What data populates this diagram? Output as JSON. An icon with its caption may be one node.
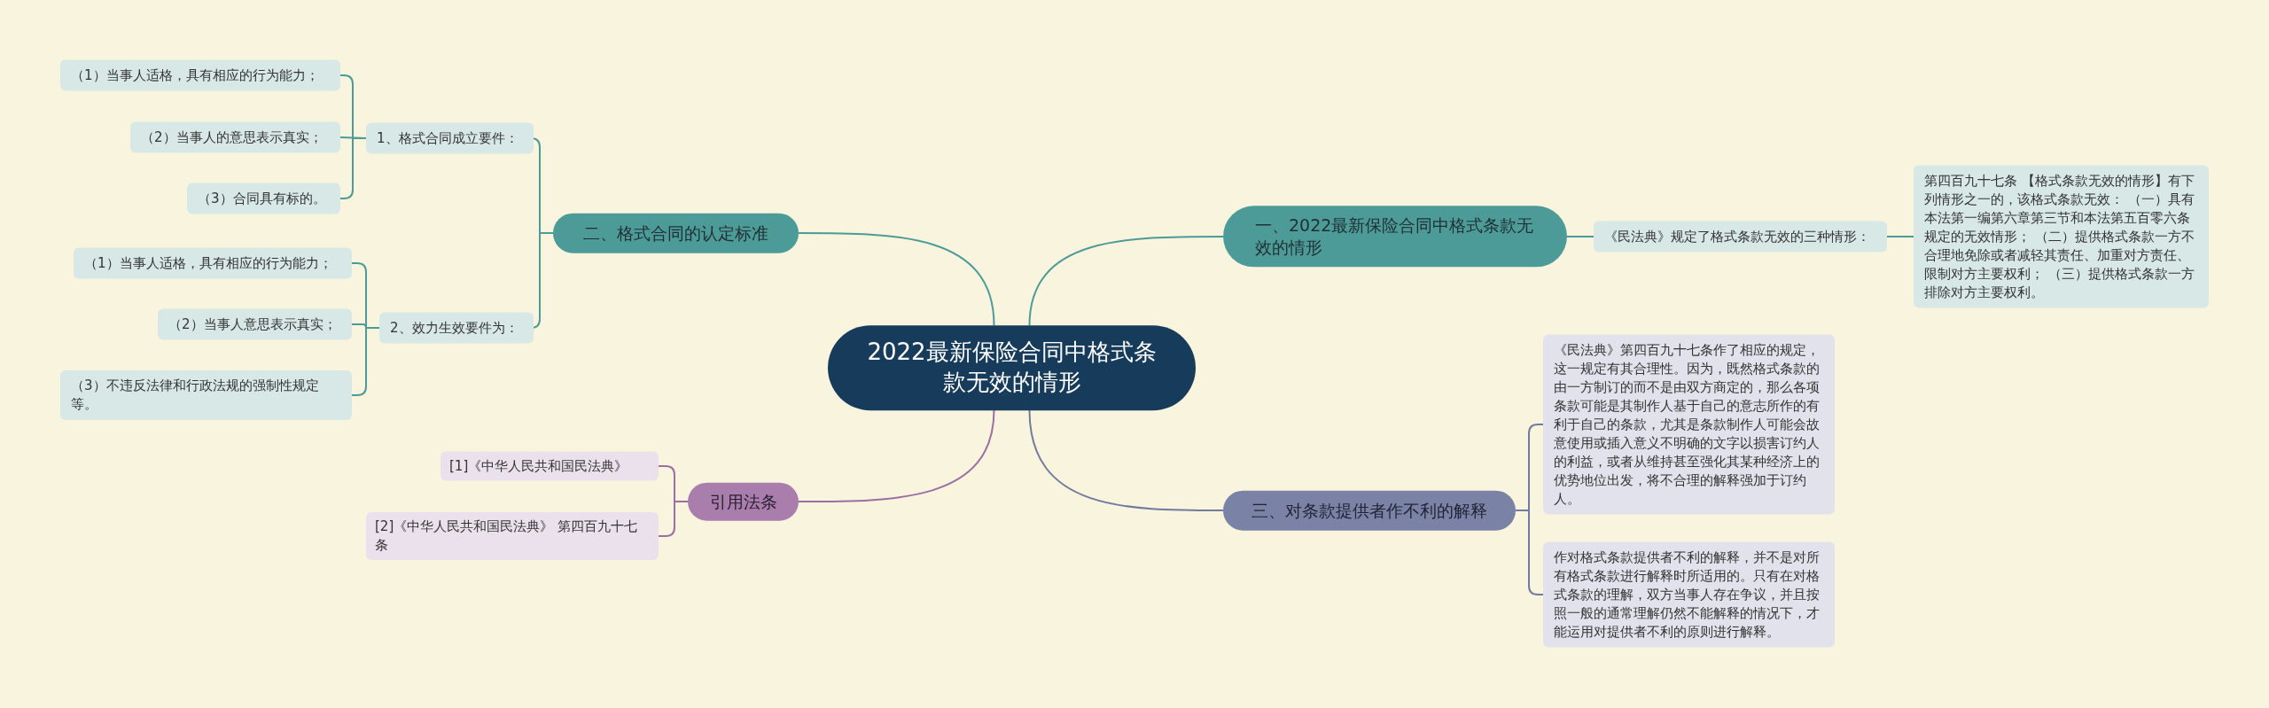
{
  "diagram": {
    "nodes": [
      {
        "text": [
          "2022最新保险合同中格式条款无效的情形"
        ]
      },
      {
        "text": [
          "一、2022最新保险合同中格式条款无效的情形"
        ]
      },
      {
        "text": [
          "《民法典》规定了格式条款无效的三种情形："
        ]
      },
      {
        "text": [
          "第四百九十七条 【格式条款无效的情形】有下列情形之一的，该格式条款无效： （一）具有本法第一编第六章第三节和本法第五百零六条规定的无效情形； （二）提供格式条款一方不合理地免除或者减轻其责任、加重对方责任、限制对方主要权利； （三）提供格式条款一方排除对方主要权利。"
        ]
      },
      {
        "text": [
          "三、对条款提供者作不利的解释"
        ]
      },
      {
        "text": [
          "《民法典》第四百九十七条作了相应的规定，这一规定有其合理性。因为，既然格式条款的由一方制订的而不是由双方商定的，那么各项条款可能是其制作人基于自己的意志所作的有利于自己的条款，尤其是条款制作人可能会故意使用或插入意义不明确的文字以损害订约人的利益，或者从维持甚至强化其某种经济上的优势地位出发，将不合理的解释强加于订约人。"
        ]
      },
      {
        "text": [
          "作对格式条款提供者不利的解释，并不是对所有格式条款进行解释时所适用的。只有在对格式条款的理解，双方当事人存在争议，并且按照一般的通常理解仍然不能解释的情况下，才能运用对提供者不利的原则进行解释。"
        ]
      },
      {
        "text": [
          "二、格式合同的认定标准"
        ]
      },
      {
        "text": [
          "1、格式合同成立要件："
        ]
      },
      {
        "text": [
          "（1）当事人适格，具有相应的行为能力；"
        ]
      },
      {
        "text": [
          "（2）当事人的意思表示真实；"
        ]
      },
      {
        "text": [
          "（3）合同具有标的。"
        ]
      },
      {
        "text": [
          "2、效力生效要件为："
        ]
      },
      {
        "text": [
          "（1）当事人适格，具有相应的行为能力；"
        ]
      },
      {
        "text": [
          "（2）当事人意思表示真实；"
        ]
      },
      {
        "text": [
          "（3）不违反法律和行政法规的强制性规定等。"
        ]
      },
      {
        "text": [
          "引用法条"
        ]
      },
      {
        "text": [
          "[1]《中华人民共和国民法典》"
        ]
      },
      {
        "text": [
          "[2]《中华人民共和国民法典》 第四百九十七条"
        ]
      }
    ],
    "edges": [
      {
        "from": 0,
        "to": 1,
        "arrow": "none"
      },
      {
        "from": 1,
        "to": 2,
        "arrow": "none"
      },
      {
        "from": 2,
        "to": 3,
        "arrow": "none"
      },
      {
        "from": 0,
        "to": 4,
        "arrow": "none",
        "color": "#727b9e"
      },
      {
        "from": 4,
        "to": 5,
        "arrow": "none",
        "color": "#727b9e"
      },
      {
        "from": 4,
        "to": 6,
        "arrow": "none",
        "color": "#727b9e"
      },
      {
        "from": 0,
        "to": 7,
        "arrow": "none"
      },
      {
        "from": 7,
        "to": 8,
        "arrow": "none"
      },
      {
        "from": 8,
        "to": 9,
        "arrow": "none"
      },
      {
        "from": 8,
        "to": 10,
        "arrow": "none"
      },
      {
        "from": 8,
        "to": 11,
        "arrow": "none"
      },
      {
        "from": 7,
        "to": 12,
        "arrow": "none"
      },
      {
        "from": 12,
        "to": 13,
        "arrow": "none"
      },
      {
        "from": 12,
        "to": 14,
        "arrow": "none"
      },
      {
        "from": 12,
        "to": 15,
        "arrow": "none"
      },
      {
        "from": 0,
        "to": 16,
        "arrow": "none",
        "color": "#9c6fa2"
      },
      {
        "from": 16,
        "to": 17,
        "arrow": "none",
        "color": "#9c6fa2"
      },
      {
        "from": 16,
        "to": 18,
        "arrow": "none",
        "color": "#9c6fa2"
      }
    ]
  }
}
